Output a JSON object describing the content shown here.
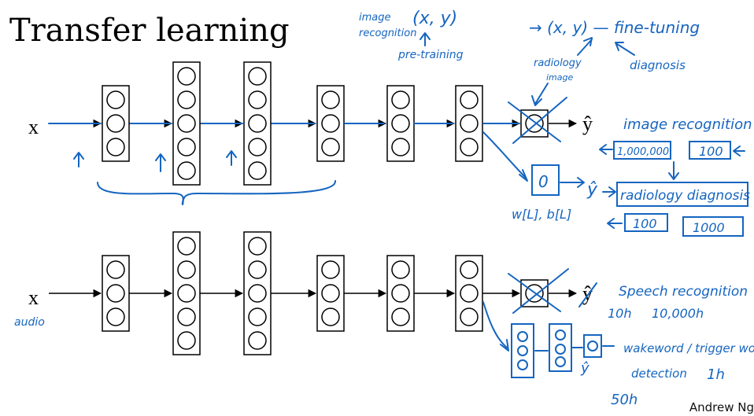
{
  "slide": {
    "title": "Transfer learning",
    "credit": "Andrew Ng"
  },
  "networks": {
    "top": {
      "input_label": "x",
      "output_label": "ŷ",
      "layer_units": [
        3,
        5,
        5,
        3,
        3,
        3
      ]
    },
    "bottom": {
      "input_label": "x",
      "input_note": "audio",
      "output_label": "ŷ",
      "layer_units": [
        3,
        5,
        5,
        3,
        3,
        3
      ]
    }
  },
  "annotations": {
    "image_regression_line1": "image",
    "image_regression_line2": "recognition",
    "xy_top": "(x, y)",
    "pretraining": "pre-training",
    "xy_right": "→ (x, y) — fine-tuning",
    "radiology_line1": "radiology",
    "radiology_line2": "image",
    "diagnosis": "diagnosis",
    "image_recognition": "image recognition",
    "million": "1,000,000",
    "hundred_top": "100",
    "new_output_node": "0",
    "y_hat_new": "ŷ",
    "weights": "w[L], b[L]",
    "radiology_diagnosis": "radiology diagnosis",
    "hundred": "100",
    "thousand": "1000",
    "speech_recognition": "Speech recognition",
    "ten_h": "10h",
    "ten_thousand_h": "10,000h",
    "wakeword_line1": "wakeword / trigger word",
    "wakeword_line2": "detection",
    "one_h": "1h",
    "fifty_h": "50h",
    "y_hat_bottom_new": "ŷ"
  }
}
